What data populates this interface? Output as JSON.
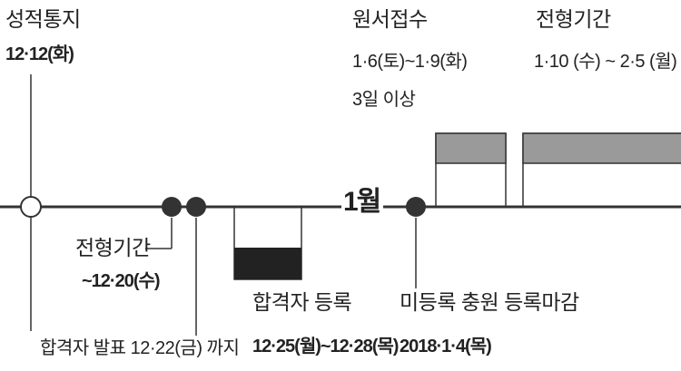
{
  "colors": {
    "line": "#333333",
    "dot": "#333333",
    "gray_bar": "#9a9a9a",
    "black_bar": "#222222",
    "open_dot_fill": "#ffffff"
  },
  "month_marker": "1월",
  "events": {
    "score_notice": {
      "title": "성적통지",
      "date": "12·12(화)"
    },
    "early_period": {
      "title": "전형기간",
      "date": "~12·20(수)"
    },
    "early_announce": {
      "text": "합격자 발표 12·22(금) 까지"
    },
    "early_register": {
      "title": "합격자 등록",
      "date": "12·25(월)~12·28(목)"
    },
    "unregistered": {
      "title": "미등록 충원 등록마감",
      "date": "2018·1·4(목)"
    },
    "application": {
      "title": "원서접수",
      "date": "1·6(토)~1·9(화)",
      "note": "3일 이상"
    },
    "regular_period": {
      "title": "전형기간",
      "date": "1·10 (수) ~ 2·5 (월)"
    }
  }
}
